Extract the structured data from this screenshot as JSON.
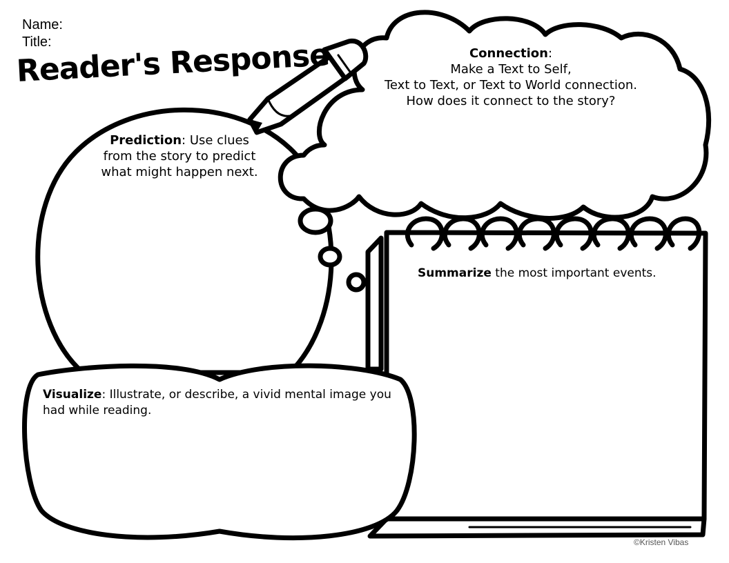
{
  "header": {
    "name_label": "Name:",
    "title_label": "Title:",
    "page_title": "Reader's Response"
  },
  "connection": {
    "heading": "Connection",
    "heading_suffix": ":",
    "line1": "Make a Text to Self,",
    "line2": "Text to Text, or Text to World connection.",
    "line3": "How does it connect to the story?"
  },
  "prediction": {
    "heading": "Prediction",
    "line1_rest": ": Use clues",
    "line2": "from the story to predict",
    "line3": "what might happen next."
  },
  "summarize": {
    "heading": "Summarize",
    "rest": " the most important events."
  },
  "visualize": {
    "heading": "Visualize",
    "line1_rest": ": Illustrate, or describe, a vivid mental image you",
    "line2": "had while reading."
  },
  "footer": {
    "credit": "©Kristen Vibas"
  },
  "colors": {
    "ink": "#000000",
    "paper": "#ffffff"
  },
  "icons": [
    "pencil-icon",
    "spiral-binding-icon"
  ]
}
